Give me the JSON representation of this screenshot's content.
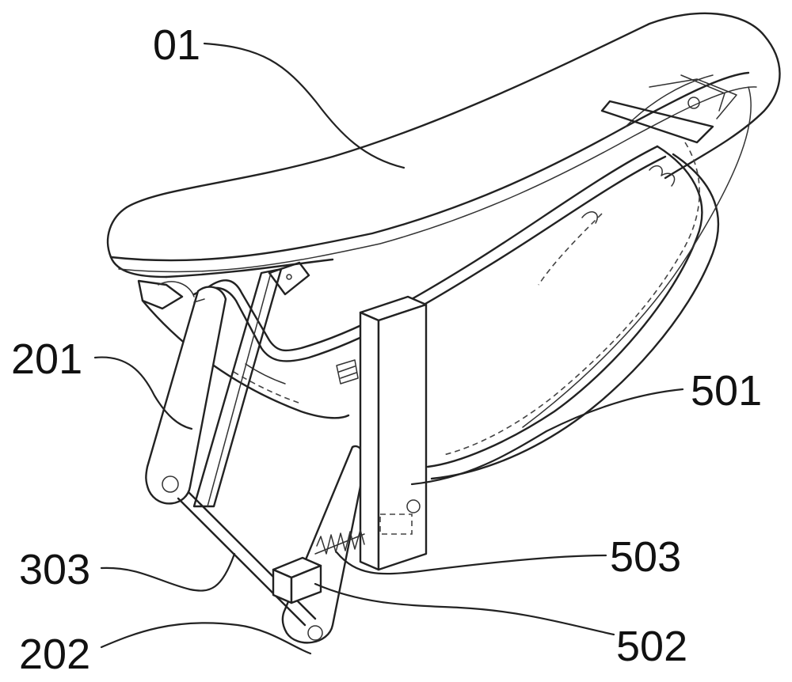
{
  "labels": {
    "saddle": "01",
    "upper_link": "201",
    "lower_link": "202",
    "rod": "303",
    "post": "501",
    "block": "502",
    "spring": "503"
  }
}
